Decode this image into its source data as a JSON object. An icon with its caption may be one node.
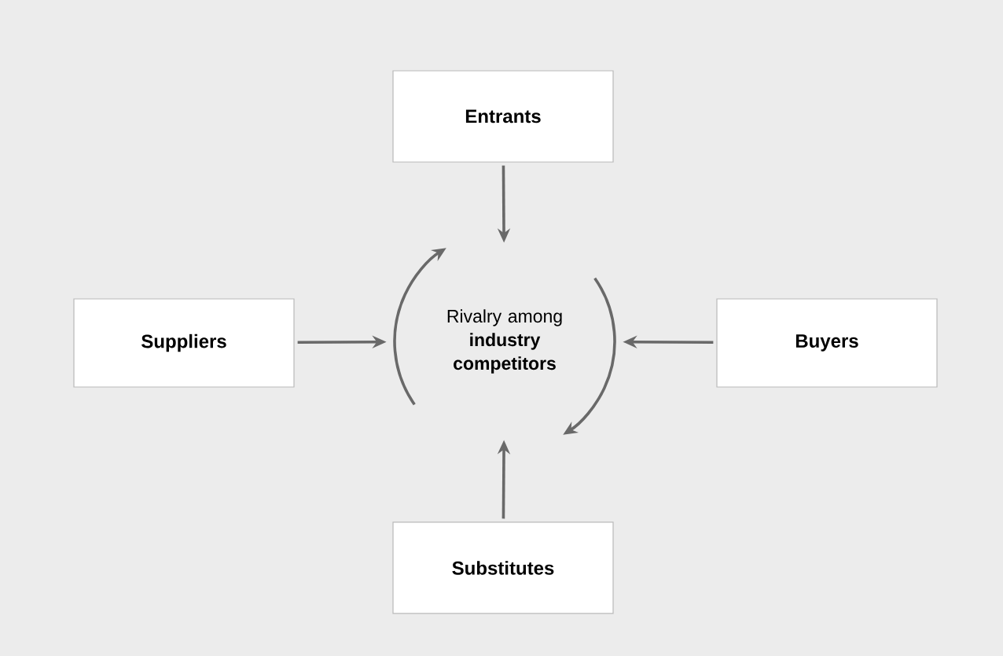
{
  "diagram": {
    "nodes": [
      {
        "text": [
          "Entrants"
        ]
      },
      {
        "text": [
          "Suppliers"
        ]
      },
      {
        "text": [
          "Rivalry among **industry competitors**"
        ]
      },
      {
        "text": [
          "Buyers"
        ]
      },
      {
        "text": [
          "Substitutes"
        ]
      }
    ],
    "edges": [
      {
        "from": 0,
        "to": 2,
        "arrow": "to"
      },
      {
        "from": 1,
        "to": 2,
        "arrow": "to"
      },
      {
        "from": 3,
        "to": 2,
        "arrow": "to"
      },
      {
        "from": 4,
        "to": 2,
        "arrow": "to"
      }
    ]
  }
}
